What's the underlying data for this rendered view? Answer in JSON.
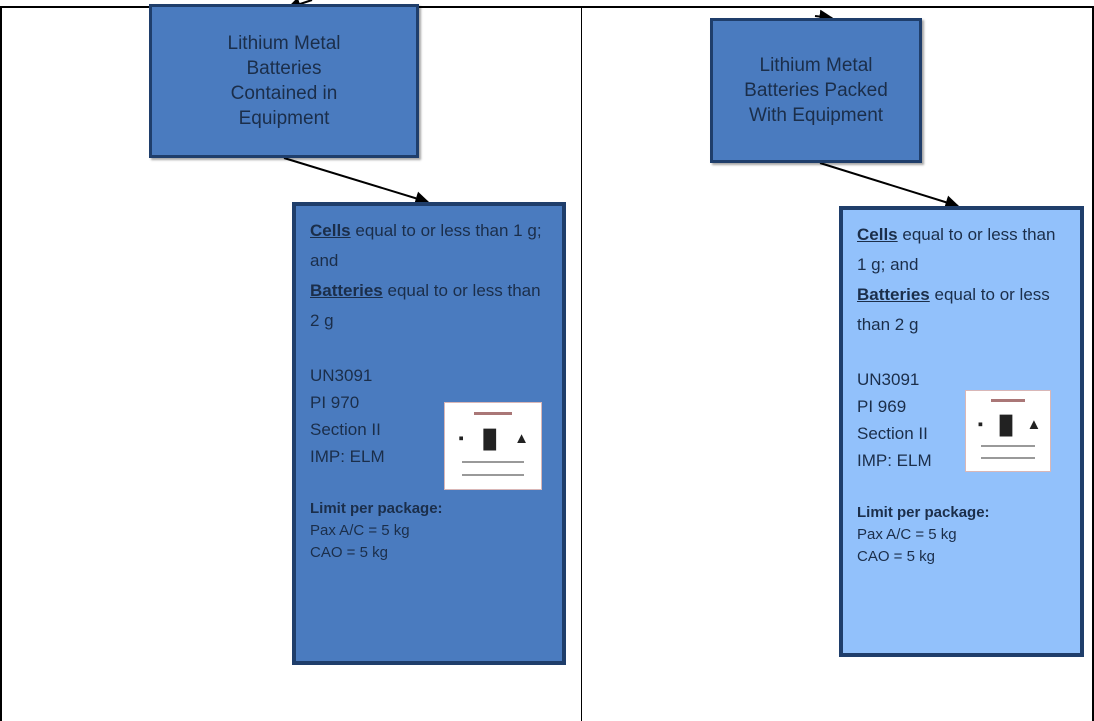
{
  "left": {
    "title_lines": [
      "Lithium Metal",
      "Batteries",
      "Contained in",
      "Equipment"
    ],
    "rule": {
      "cells_word": "Cells",
      "cells_text": " equal to or less than 1 g; and",
      "batteries_word": "Batteries",
      "batteries_text": " equal to or less than 2 g"
    },
    "codes": [
      "UN3091",
      "PI 970",
      "Section II",
      "IMP: ELM"
    ],
    "limits_heading": "Limit per package:",
    "limits": [
      "Pax A/C = 5 kg",
      "CAO = 5 kg"
    ]
  },
  "right": {
    "title_lines": [
      "Lithium Metal",
      "Batteries Packed",
      "With Equipment"
    ],
    "rule": {
      "cells_word": "Cells",
      "cells_text": " equal to or less than 1 g; and",
      "batteries_word": "Batteries",
      "batteries_text": " equal to or less than 2 g"
    },
    "codes": [
      "UN3091",
      "PI 969",
      "Section II",
      "IMP: ELM"
    ],
    "limits_heading": "Limit per package:",
    "limits": [
      "Pax A/C = 5 kg",
      "CAO = 5 kg"
    ]
  },
  "colors": {
    "dark_box": "#4a7bbf",
    "light_box": "#92c1fb",
    "border": "#1f3e6b"
  }
}
